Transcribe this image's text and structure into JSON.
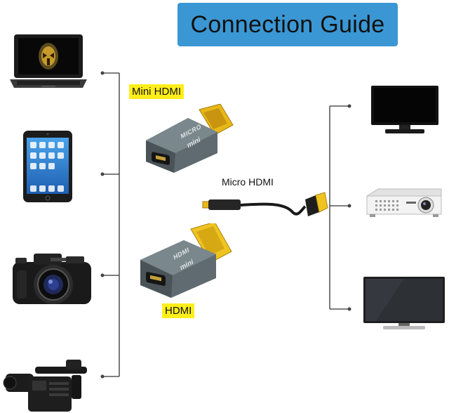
{
  "title": "Connection Guide",
  "labels": {
    "mini_hdmi": "Mini HDMI",
    "micro_hdmi": "Micro HDMI",
    "hdmi": "HDMI"
  },
  "adapters": {
    "mini_marking_top": "MICRO",
    "mini_marking_bottom": "mini",
    "hdmi_marking_top": "HDMI",
    "hdmi_marking_bottom": "mini"
  },
  "source_devices": [
    "laptop-icon",
    "tablet-icon",
    "camera-icon",
    "camcorder-icon"
  ],
  "display_devices": [
    "monitor-icon",
    "projector-icon",
    "tv-icon"
  ],
  "colors": {
    "title_background": "#3a97d4",
    "label_highlight": "#ffee1a",
    "adapter_body": "#5f6b70",
    "connector_gold": "#e8b818"
  }
}
